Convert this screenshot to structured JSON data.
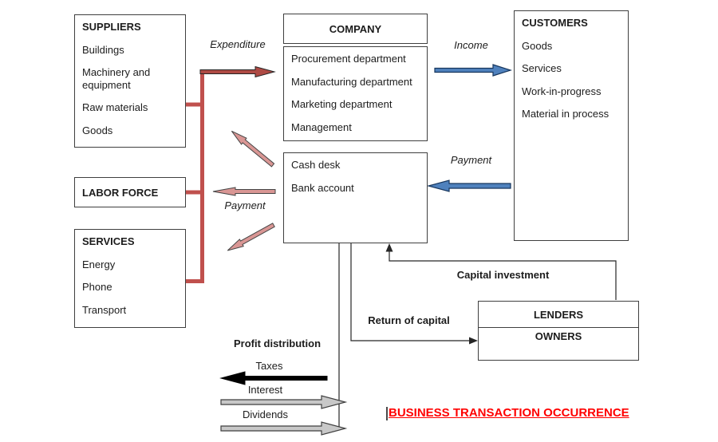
{
  "title": {
    "text": "BUSINESS TRANSACTION OCCURRENCE"
  },
  "boxes": {
    "suppliers": {
      "header": "SUPPLIERS",
      "items": [
        "Buildings",
        "Machinery and equipment",
        "Raw materials",
        "Goods"
      ]
    },
    "labor_force": {
      "header": "LABOR FORCE"
    },
    "services": {
      "header": "SERVICES",
      "items": [
        "Energy",
        "Phone",
        "Transport"
      ]
    },
    "company": {
      "header": "COMPANY",
      "items": [
        "Procurement department",
        "Manufacturing department",
        "Marketing department",
        "Management"
      ]
    },
    "company_accounts": {
      "items": [
        "Cash desk",
        "Bank account"
      ]
    },
    "customers": {
      "header": "CUSTOMERS",
      "items": [
        "Goods",
        "Services",
        "Work-in-progress",
        "Material in process"
      ]
    },
    "lenders": {
      "header": "LENDERS"
    },
    "owners": {
      "header": "OWNERS"
    }
  },
  "flow_labels": {
    "expenditure": "Expenditure",
    "income": "Income",
    "payment_from_customers": "Payment",
    "payment_to_suppliers": "Payment",
    "capital_investment": "Capital investment",
    "return_of_capital": "Return of capital"
  },
  "profit_distribution": {
    "header": "Profit distribution",
    "items": [
      "Taxes",
      "Interest",
      "Dividends"
    ]
  },
  "colors": {
    "bracket_red": "#C0504D",
    "arrow_dark_red": "#AE4A44",
    "arrow_pink": "#D99694",
    "arrow_blue": "#4F81BD",
    "arrow_gray": "#C8C8C8",
    "arrow_black": "#000000",
    "title_red": "#FF0000"
  }
}
